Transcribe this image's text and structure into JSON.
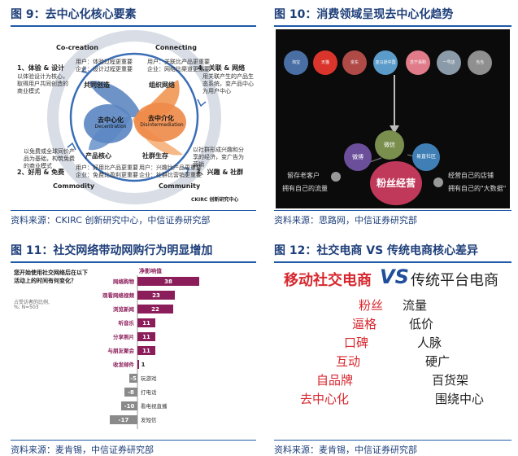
{
  "fig9": {
    "title": "图 9：去中心化核心要素",
    "source": "资料来源：CKIRC 创新研究中心，中信证券研究部",
    "labels": {
      "cocreation": "Co-creation",
      "connecting": "Connecting",
      "commodity": "Commodity",
      "community": "Community",
      "item1": "1、体验 & 设计",
      "item2": "2、好用 & 免费",
      "item3": "3、兴趣 & 社群",
      "item4": "4、关联 & 网络",
      "gongtong": "共同创造",
      "zuzhi": "组织网络",
      "chanpin": "产品核心",
      "shequn": "社群生存",
      "decent_cn": "去中心化",
      "decent_en": "Decentration",
      "disinter_cn": "去中介化",
      "disinter_en": "Disintermediation",
      "ckirc": "CKIRC 创新研究中心"
    },
    "notes": {
      "tl_user": "用户：体验过程更重要",
      "tl_corp": "企业：设计过程更重要",
      "tl_left": "以体验设计为核心，取得用户共同创造的商业模式",
      "tr_user": "用户：关联比产品更重要",
      "tr_corp": "企业：网络比渠道更重要",
      "tr_right": "用关联产生的产品生态系统，变产品中心为用户中心",
      "bl_left": "以免费或全球同价产品为基础，构筑免费的商业模式",
      "bl_user": "用户：好用比产品更重要",
      "bl_corp": "企业：免费比盈利更重要",
      "br_right": "以社群形成兴趣和分享的经济，变广告为营销",
      "br_user": "用户：兴趣比产品更重要",
      "br_corp": "企业：社群比营销更重要"
    }
  },
  "fig10": {
    "title": "图 10：消费领域呈现去中心化趋势",
    "source": "资料来源：思路网，中信证券研究部",
    "circles": [
      {
        "label": "淘宝",
        "color": "#4a6fa5"
      },
      {
        "label": "天猫",
        "color": "#d9352c"
      },
      {
        "label": "京东",
        "color": "#b04a47"
      },
      {
        "label": "亚马逊中国",
        "color": "#5b9bc9"
      },
      {
        "label": "苏宁易购",
        "color": "#e07b8a"
      },
      {
        "label": "一号店",
        "color": "#8b9aa8"
      },
      {
        "label": "当当",
        "color": "#8f8f8f"
      }
    ],
    "center": {
      "label": "粉丝经营",
      "color": "#c0395a"
    },
    "weixin": "微信",
    "weibo": "微博",
    "qq": "易直社区",
    "left_text": [
      "留存老客户",
      "拥有自己的流量"
    ],
    "right_text": [
      "经营自己的店铺",
      "拥有自己的\"大数据\""
    ]
  },
  "fig11": {
    "title": "图 11：社交网络带动网购行为明显增加",
    "source": "资料来源：麦肯锡，中信证券研究部",
    "question": "您开始使用社交网络后在以下活动上的时间有何变化？",
    "note1": "占受访者的比例,",
    "note2": "%; N=503",
    "header": "净影响值",
    "colors": {
      "positive": "#8b1e5a",
      "negative": "#8a8a8a"
    }
  },
  "fig12": {
    "title": "图 12：社交电商 VS 传统电商核心差异",
    "source": "资料来源：麦肯锡，中信证券研究部",
    "left_head": "移动社交电商",
    "vs": "VS",
    "right_head": "传统平台电商",
    "left_items": [
      "粉丝",
      "逼格",
      "口碑",
      "互动",
      "自品牌",
      "去中心化"
    ],
    "right_items": [
      "流量",
      "低价",
      "人脉",
      "硬广",
      "百货架",
      "围绕中心"
    ]
  },
  "chart_data": {
    "type": "bar",
    "title": "",
    "categories": [
      "网络购物",
      "观看网络视频",
      "浏览新闻",
      "听音乐",
      "分享照片",
      "与朋友聚会",
      "收发邮件",
      "玩游戏",
      "打电话",
      "看电视直播",
      "发短信"
    ],
    "values": [
      38,
      23,
      22,
      11,
      11,
      11,
      1,
      -5,
      -8,
      -10,
      -17
    ],
    "xlabel": "",
    "ylabel": ""
  }
}
